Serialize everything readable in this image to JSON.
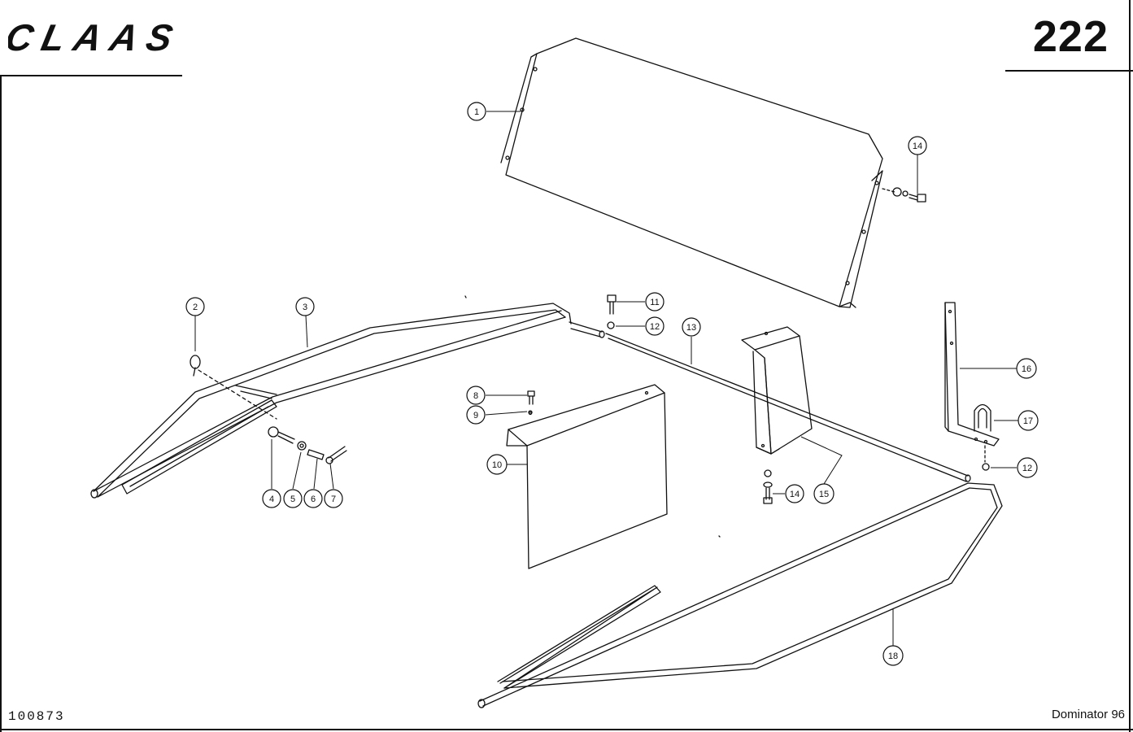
{
  "header": {
    "brand": "CLAAS",
    "page_number": "222"
  },
  "footer": {
    "document_number": "100873",
    "model": "Dominator 96"
  },
  "callouts": [
    {
      "id": "c1",
      "label": "1"
    },
    {
      "id": "c2",
      "label": "2"
    },
    {
      "id": "c3",
      "label": "3"
    },
    {
      "id": "c4",
      "label": "4"
    },
    {
      "id": "c5",
      "label": "5"
    },
    {
      "id": "c6",
      "label": "6"
    },
    {
      "id": "c7",
      "label": "7"
    },
    {
      "id": "c8",
      "label": "8"
    },
    {
      "id": "c9",
      "label": "9"
    },
    {
      "id": "c10",
      "label": "10"
    },
    {
      "id": "c11",
      "label": "11"
    },
    {
      "id": "c12a",
      "label": "12"
    },
    {
      "id": "c12b",
      "label": "12"
    },
    {
      "id": "c13",
      "label": "13"
    },
    {
      "id": "c14a",
      "label": "14"
    },
    {
      "id": "c14b",
      "label": "14"
    },
    {
      "id": "c15",
      "label": "15"
    },
    {
      "id": "c16",
      "label": "16"
    },
    {
      "id": "c17",
      "label": "17"
    },
    {
      "id": "c18",
      "label": "18"
    }
  ]
}
